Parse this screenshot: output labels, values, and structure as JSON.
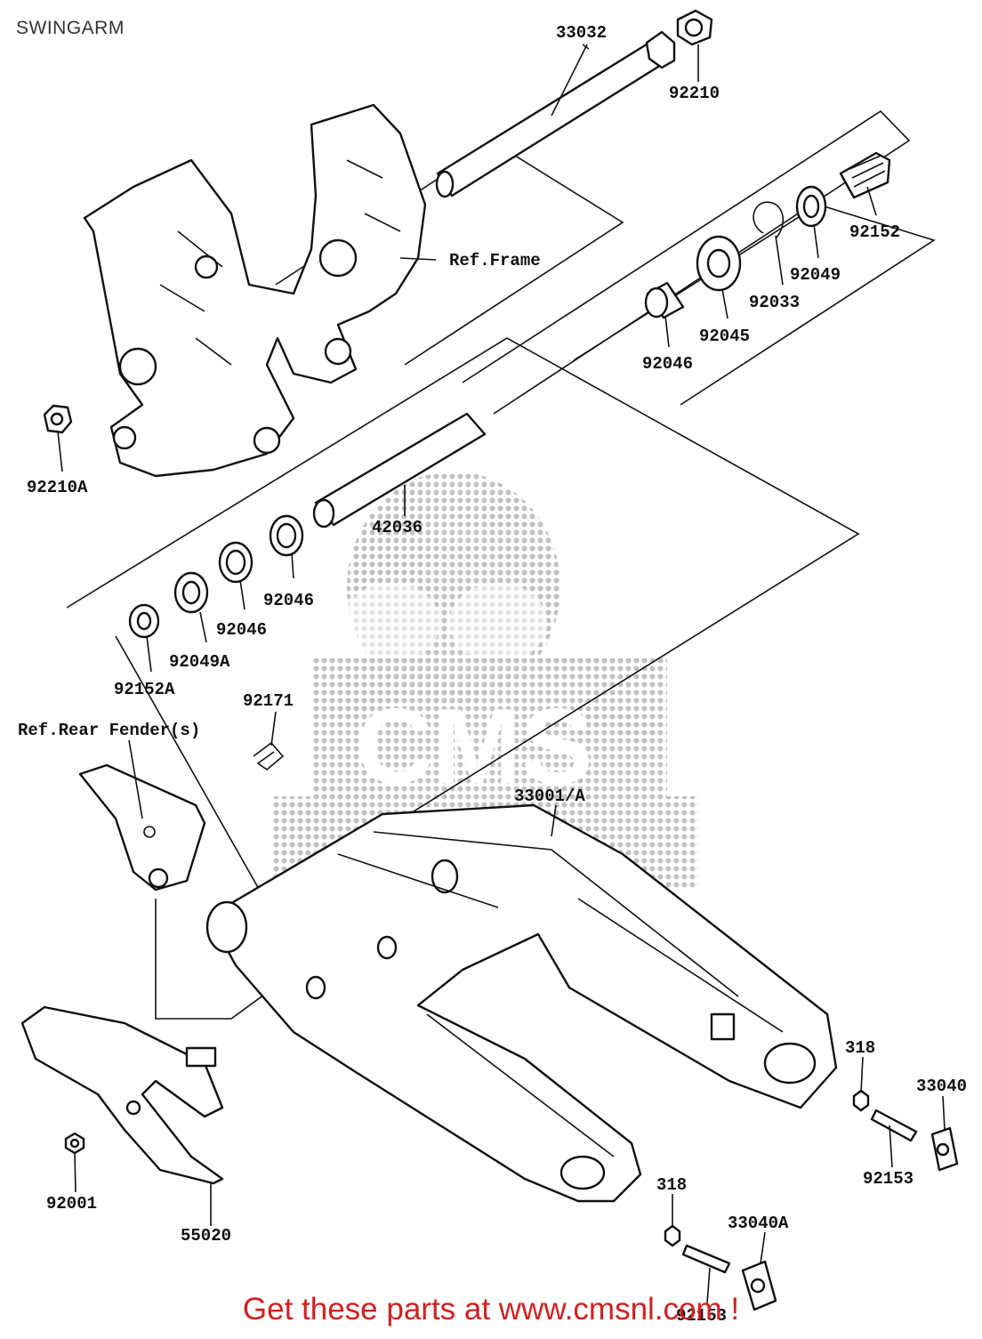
{
  "title": "SWINGARM",
  "footer": "Get these parts at www.cmsnl.com !",
  "watermark": {
    "text": "CMS",
    "color": "#9a9a9a"
  },
  "colors": {
    "footer": "#d0201f",
    "ink": "#111111"
  },
  "parts": [
    {
      "key": "p33032",
      "label": "33032"
    },
    {
      "key": "p92210",
      "label": "92210"
    },
    {
      "key": "p92152",
      "label": "92152"
    },
    {
      "key": "p92049",
      "label": "92049"
    },
    {
      "key": "p92033",
      "label": "92033"
    },
    {
      "key": "p92045",
      "label": "92045"
    },
    {
      "key": "p92046a",
      "label": "92046"
    },
    {
      "key": "p92210A",
      "label": "92210A"
    },
    {
      "key": "p42036",
      "label": "42036"
    },
    {
      "key": "p92046b",
      "label": "92046"
    },
    {
      "key": "p92046c",
      "label": "92046"
    },
    {
      "key": "p92049A",
      "label": "92049A"
    },
    {
      "key": "p92152A",
      "label": "92152A"
    },
    {
      "key": "p92171",
      "label": "92171"
    },
    {
      "key": "p33001A",
      "label": "33001/A"
    },
    {
      "key": "p318a",
      "label": "318"
    },
    {
      "key": "p33040",
      "label": "33040"
    },
    {
      "key": "p92153a",
      "label": "92153"
    },
    {
      "key": "p318b",
      "label": "318"
    },
    {
      "key": "p33040A",
      "label": "33040A"
    },
    {
      "key": "p92153b",
      "label": "92153"
    },
    {
      "key": "p92001",
      "label": "92001"
    },
    {
      "key": "p55020",
      "label": "55020"
    }
  ],
  "refs": [
    {
      "key": "frame",
      "label": "Ref.Frame"
    },
    {
      "key": "fender",
      "label": "Ref.Rear Fender(s)"
    }
  ]
}
